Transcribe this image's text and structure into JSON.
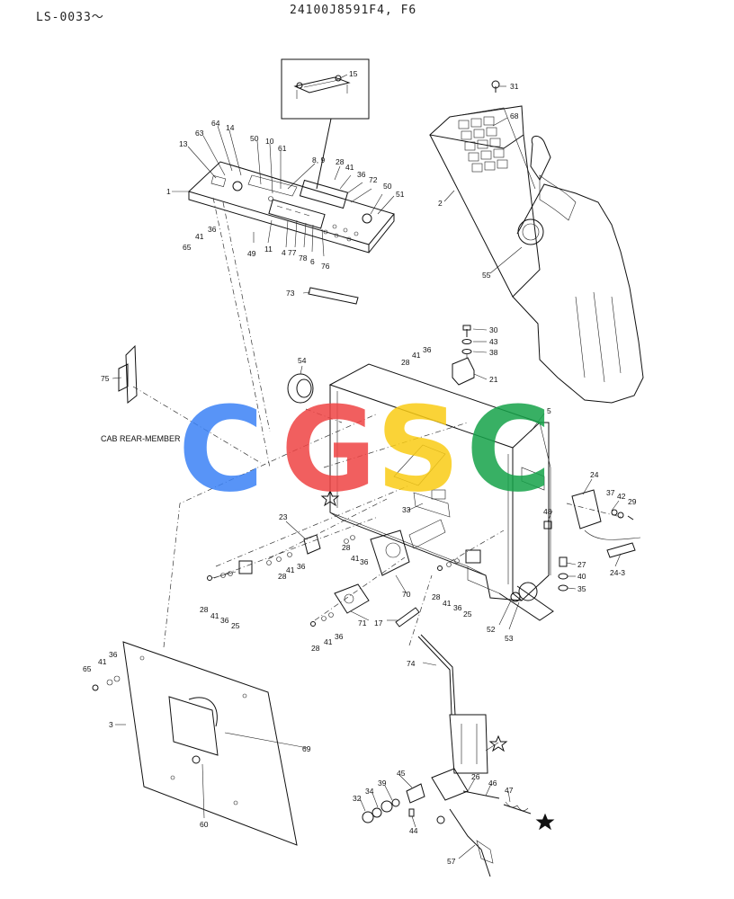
{
  "header": {
    "serial_range": "LS-0033～",
    "model_code": "24100J8591F4, F6"
  },
  "annotations": {
    "cab_rear_member": "CAB REAR-MEMBER"
  },
  "watermark": {
    "letters": [
      "C",
      "G",
      "S",
      "C"
    ],
    "colors": [
      "#3b82f6",
      "#ef4444",
      "#facc15",
      "#16a34a"
    ]
  },
  "callouts": [
    {
      "id": "c31",
      "text": "31"
    },
    {
      "id": "c68",
      "text": "68"
    },
    {
      "id": "c2",
      "text": "2"
    },
    {
      "id": "c55",
      "text": "55"
    },
    {
      "id": "c15",
      "text": "15"
    },
    {
      "id": "c13",
      "text": "13"
    },
    {
      "id": "c63",
      "text": "63"
    },
    {
      "id": "c64",
      "text": "64"
    },
    {
      "id": "c14",
      "text": "14"
    },
    {
      "id": "c50a",
      "text": "50"
    },
    {
      "id": "c10",
      "text": "10"
    },
    {
      "id": "c61",
      "text": "61"
    },
    {
      "id": "c89",
      "text": "8, 9"
    },
    {
      "id": "c28a",
      "text": "28"
    },
    {
      "id": "c41a",
      "text": "41"
    },
    {
      "id": "c36a",
      "text": "36"
    },
    {
      "id": "c72",
      "text": "72"
    },
    {
      "id": "c50b",
      "text": "50"
    },
    {
      "id": "c51",
      "text": "51"
    },
    {
      "id": "c1",
      "text": "1"
    },
    {
      "id": "c36b",
      "text": "36"
    },
    {
      "id": "c41b",
      "text": "41"
    },
    {
      "id": "c65a",
      "text": "65"
    },
    {
      "id": "c49",
      "text": "49"
    },
    {
      "id": "c11",
      "text": "11"
    },
    {
      "id": "c4",
      "text": "4"
    },
    {
      "id": "c77",
      "text": "77"
    },
    {
      "id": "c78",
      "text": "78"
    },
    {
      "id": "c6",
      "text": "6"
    },
    {
      "id": "c76",
      "text": "76"
    },
    {
      "id": "c73",
      "text": "73"
    },
    {
      "id": "c30",
      "text": "30"
    },
    {
      "id": "c43",
      "text": "43"
    },
    {
      "id": "c38",
      "text": "38"
    },
    {
      "id": "c54",
      "text": "54"
    },
    {
      "id": "c28b",
      "text": "28"
    },
    {
      "id": "c41c",
      "text": "41"
    },
    {
      "id": "c36c",
      "text": "36"
    },
    {
      "id": "c21",
      "text": "21"
    },
    {
      "id": "c75",
      "text": "75"
    },
    {
      "id": "c5",
      "text": "5"
    },
    {
      "id": "c24",
      "text": "24"
    },
    {
      "id": "c37",
      "text": "37"
    },
    {
      "id": "c42",
      "text": "42"
    },
    {
      "id": "c29",
      "text": "29"
    },
    {
      "id": "c33",
      "text": "33"
    },
    {
      "id": "c23",
      "text": "23"
    },
    {
      "id": "c48",
      "text": "48"
    },
    {
      "id": "c28c",
      "text": "28"
    },
    {
      "id": "c41d",
      "text": "41"
    },
    {
      "id": "c36d",
      "text": "36"
    },
    {
      "id": "c27",
      "text": "27"
    },
    {
      "id": "c40",
      "text": "40"
    },
    {
      "id": "c35",
      "text": "35"
    },
    {
      "id": "c243",
      "text": "24-3"
    },
    {
      "id": "c41e",
      "text": "41"
    },
    {
      "id": "c36e",
      "text": "36"
    },
    {
      "id": "c28d",
      "text": "28"
    },
    {
      "id": "c28e",
      "text": "28"
    },
    {
      "id": "c41f",
      "text": "41"
    },
    {
      "id": "c36f",
      "text": "36"
    },
    {
      "id": "c25a",
      "text": "25"
    },
    {
      "id": "c70",
      "text": "70"
    },
    {
      "id": "c28f",
      "text": "28"
    },
    {
      "id": "c41g",
      "text": "41"
    },
    {
      "id": "c36g",
      "text": "36"
    },
    {
      "id": "c25b",
      "text": "25"
    },
    {
      "id": "c52",
      "text": "52"
    },
    {
      "id": "c53",
      "text": "53"
    },
    {
      "id": "c71",
      "text": "71"
    },
    {
      "id": "c17",
      "text": "17"
    },
    {
      "id": "c28g",
      "text": "28"
    },
    {
      "id": "c41h",
      "text": "41"
    },
    {
      "id": "c36h",
      "text": "36"
    },
    {
      "id": "c74",
      "text": "74"
    },
    {
      "id": "c36i",
      "text": "36"
    },
    {
      "id": "c41i",
      "text": "41"
    },
    {
      "id": "c65b",
      "text": "65"
    },
    {
      "id": "c3",
      "text": "3"
    },
    {
      "id": "c69",
      "text": "69"
    },
    {
      "id": "c60",
      "text": "60"
    },
    {
      "id": "c45",
      "text": "45"
    },
    {
      "id": "c39",
      "text": "39"
    },
    {
      "id": "c34",
      "text": "34"
    },
    {
      "id": "c32",
      "text": "32"
    },
    {
      "id": "c44",
      "text": "44"
    },
    {
      "id": "c26",
      "text": "26"
    },
    {
      "id": "c46",
      "text": "46"
    },
    {
      "id": "c47",
      "text": "47"
    },
    {
      "id": "c57",
      "text": "57"
    }
  ]
}
